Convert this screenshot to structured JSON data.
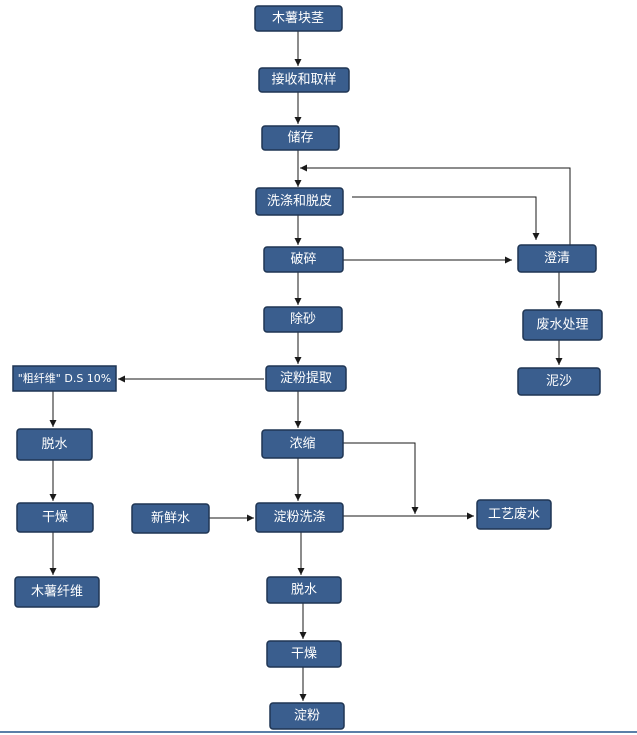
{
  "nodes": {
    "cassava_tuber": "木薯块茎",
    "receiving_sampling": "接收和取样",
    "storage": "储存",
    "washing_peeling": "洗涤和脱皮",
    "crushing": "破碎",
    "desanding": "除砂",
    "starch_extraction": "淀粉提取",
    "concentration": "浓缩",
    "fresh_water": "新鲜水",
    "starch_washing": "淀粉洗涤",
    "dewatering_starch": "脱水",
    "drying_starch": "干燥",
    "starch": "淀粉",
    "crude_fiber": "\"粗纤维\" D.S 10%",
    "dewatering_fiber": "脱水",
    "drying_fiber": "干燥",
    "cassava_fiber": "木薯纤维",
    "clarification": "澄清",
    "wastewater_treatment": "废水处理",
    "sludge": "泥沙",
    "process_wastewater": "工艺废水"
  }
}
